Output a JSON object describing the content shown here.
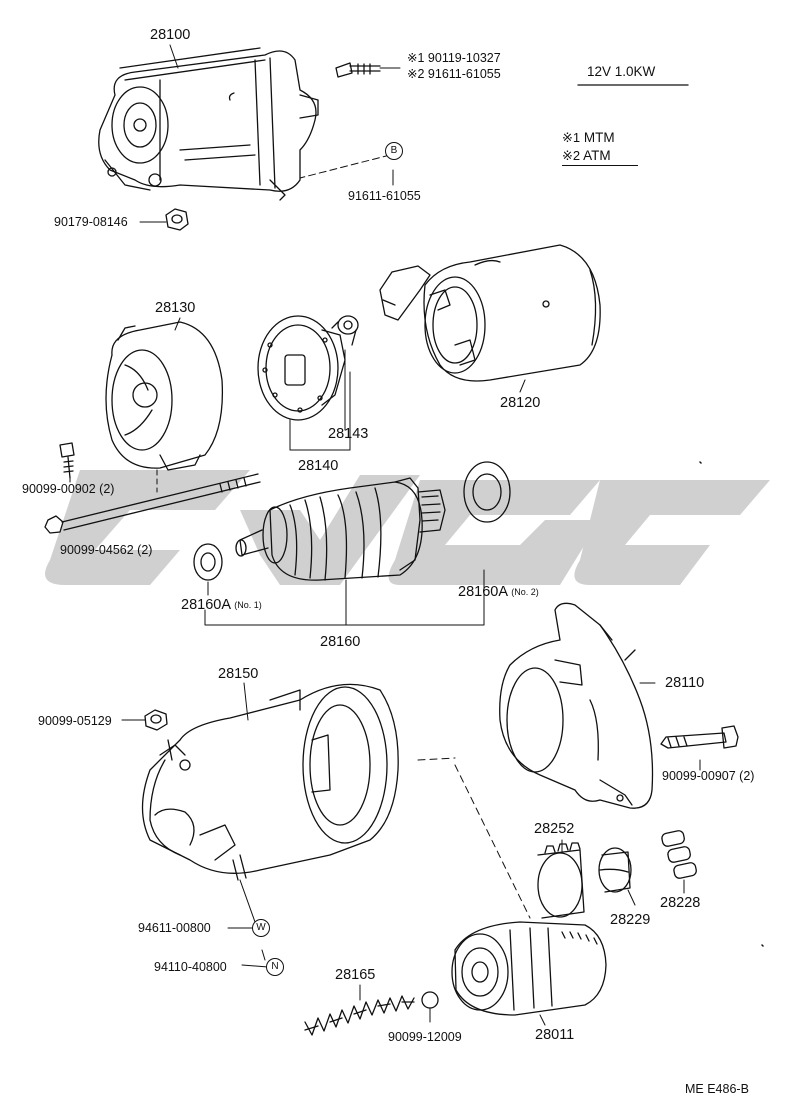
{
  "spec": "12V  1.0KW",
  "bolt_variants": [
    {
      "mark": "※1",
      "part": "90119-10327"
    },
    {
      "mark": "※2",
      "part": "91611-61055"
    }
  ],
  "legend": [
    {
      "mark": "※1",
      "text": "MTM"
    },
    {
      "mark": "※2",
      "text": "ATM"
    }
  ],
  "parts": {
    "p28100": "28100",
    "p91611": "91611-61055",
    "p90179": "90179-08146",
    "p28130": "28130",
    "p28120": "28120",
    "p28143": "28143",
    "p28140": "28140",
    "p90099_902": "90099-00902 (2)",
    "p90099_4562": "90099-04562 (2)",
    "p28160A_1": "28160A",
    "p28160A_1_note": "(No. 1)",
    "p28160A_2": "28160A",
    "p28160A_2_note": "(No. 2)",
    "p28160": "28160",
    "p28150": "28150",
    "p28110": "28110",
    "p90099_5129": "90099-05129",
    "p90099_907": "90099-00907 (2)",
    "p28252": "28252",
    "p28229": "28229",
    "p28228": "28228",
    "p94611": "94611-00800",
    "p94110": "94110-40800",
    "p28165": "28165",
    "p90099_12009": "90099-12009",
    "p28011": "28011"
  },
  "markers": {
    "B": "B",
    "W": "W",
    "N": "N"
  },
  "footer": "ME  E486-B"
}
